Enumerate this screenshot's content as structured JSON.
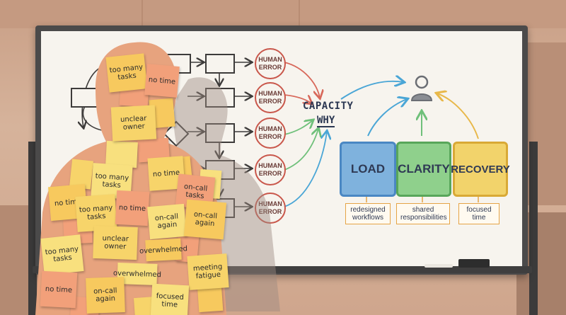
{
  "board": {
    "human_error_label": "HUMAN ERROR",
    "capacity_title": "CAPACITY",
    "capacity_subtitle": "WHY",
    "stages": [
      {
        "label": "LOAD",
        "note": "redesigned workflows",
        "color": "#7fb2dd",
        "border": "#4a87c3"
      },
      {
        "label": "CLARITY",
        "note": "shared responsibilities",
        "color": "#8fd08c",
        "border": "#58a65a"
      },
      {
        "label": "RECOVERY",
        "note": "focused time",
        "color": "#f2d36b",
        "border": "#d9a936"
      }
    ],
    "colors": {
      "human_error_circle": "#c9574b",
      "arrow_red": "#d8685a",
      "arrow_green": "#6fc07a",
      "arrow_blue": "#4aa6d6",
      "arrow_yellow": "#e8b84a",
      "person_icon": "#6b6e74"
    }
  },
  "sticky_notes": [
    {
      "text": "too many tasks",
      "color": "#f7c95e"
    },
    {
      "text": "no time",
      "color": "#f2a07a"
    },
    {
      "text": "unclear owner",
      "color": "#f7d46a"
    },
    {
      "text": "too many tasks",
      "color": "#f8e07e"
    },
    {
      "text": "no time",
      "color": "#f7d46a"
    },
    {
      "text": "no time",
      "color": "#f7c95e"
    },
    {
      "text": "on-call tasks",
      "color": "#f2a07a"
    },
    {
      "text": "too many tasks",
      "color": "#f7d46a"
    },
    {
      "text": "no time",
      "color": "#f2a07a"
    },
    {
      "text": "on-call again",
      "color": "#f8e07e"
    },
    {
      "text": "on-call again",
      "color": "#f7c95e"
    },
    {
      "text": "unclear owner",
      "color": "#f7d46a"
    },
    {
      "text": "too many tasks",
      "color": "#f8e07e"
    },
    {
      "text": "overwhelmed",
      "color": "#f7c95e"
    },
    {
      "text": "overwhelmed",
      "color": "#f8e07e"
    },
    {
      "text": "meeting fatigue",
      "color": "#f7d46a"
    },
    {
      "text": "no time",
      "color": "#f2a07a"
    },
    {
      "text": "on-call again",
      "color": "#f7c95e"
    },
    {
      "text": "focused time",
      "color": "#f8e07e"
    }
  ]
}
